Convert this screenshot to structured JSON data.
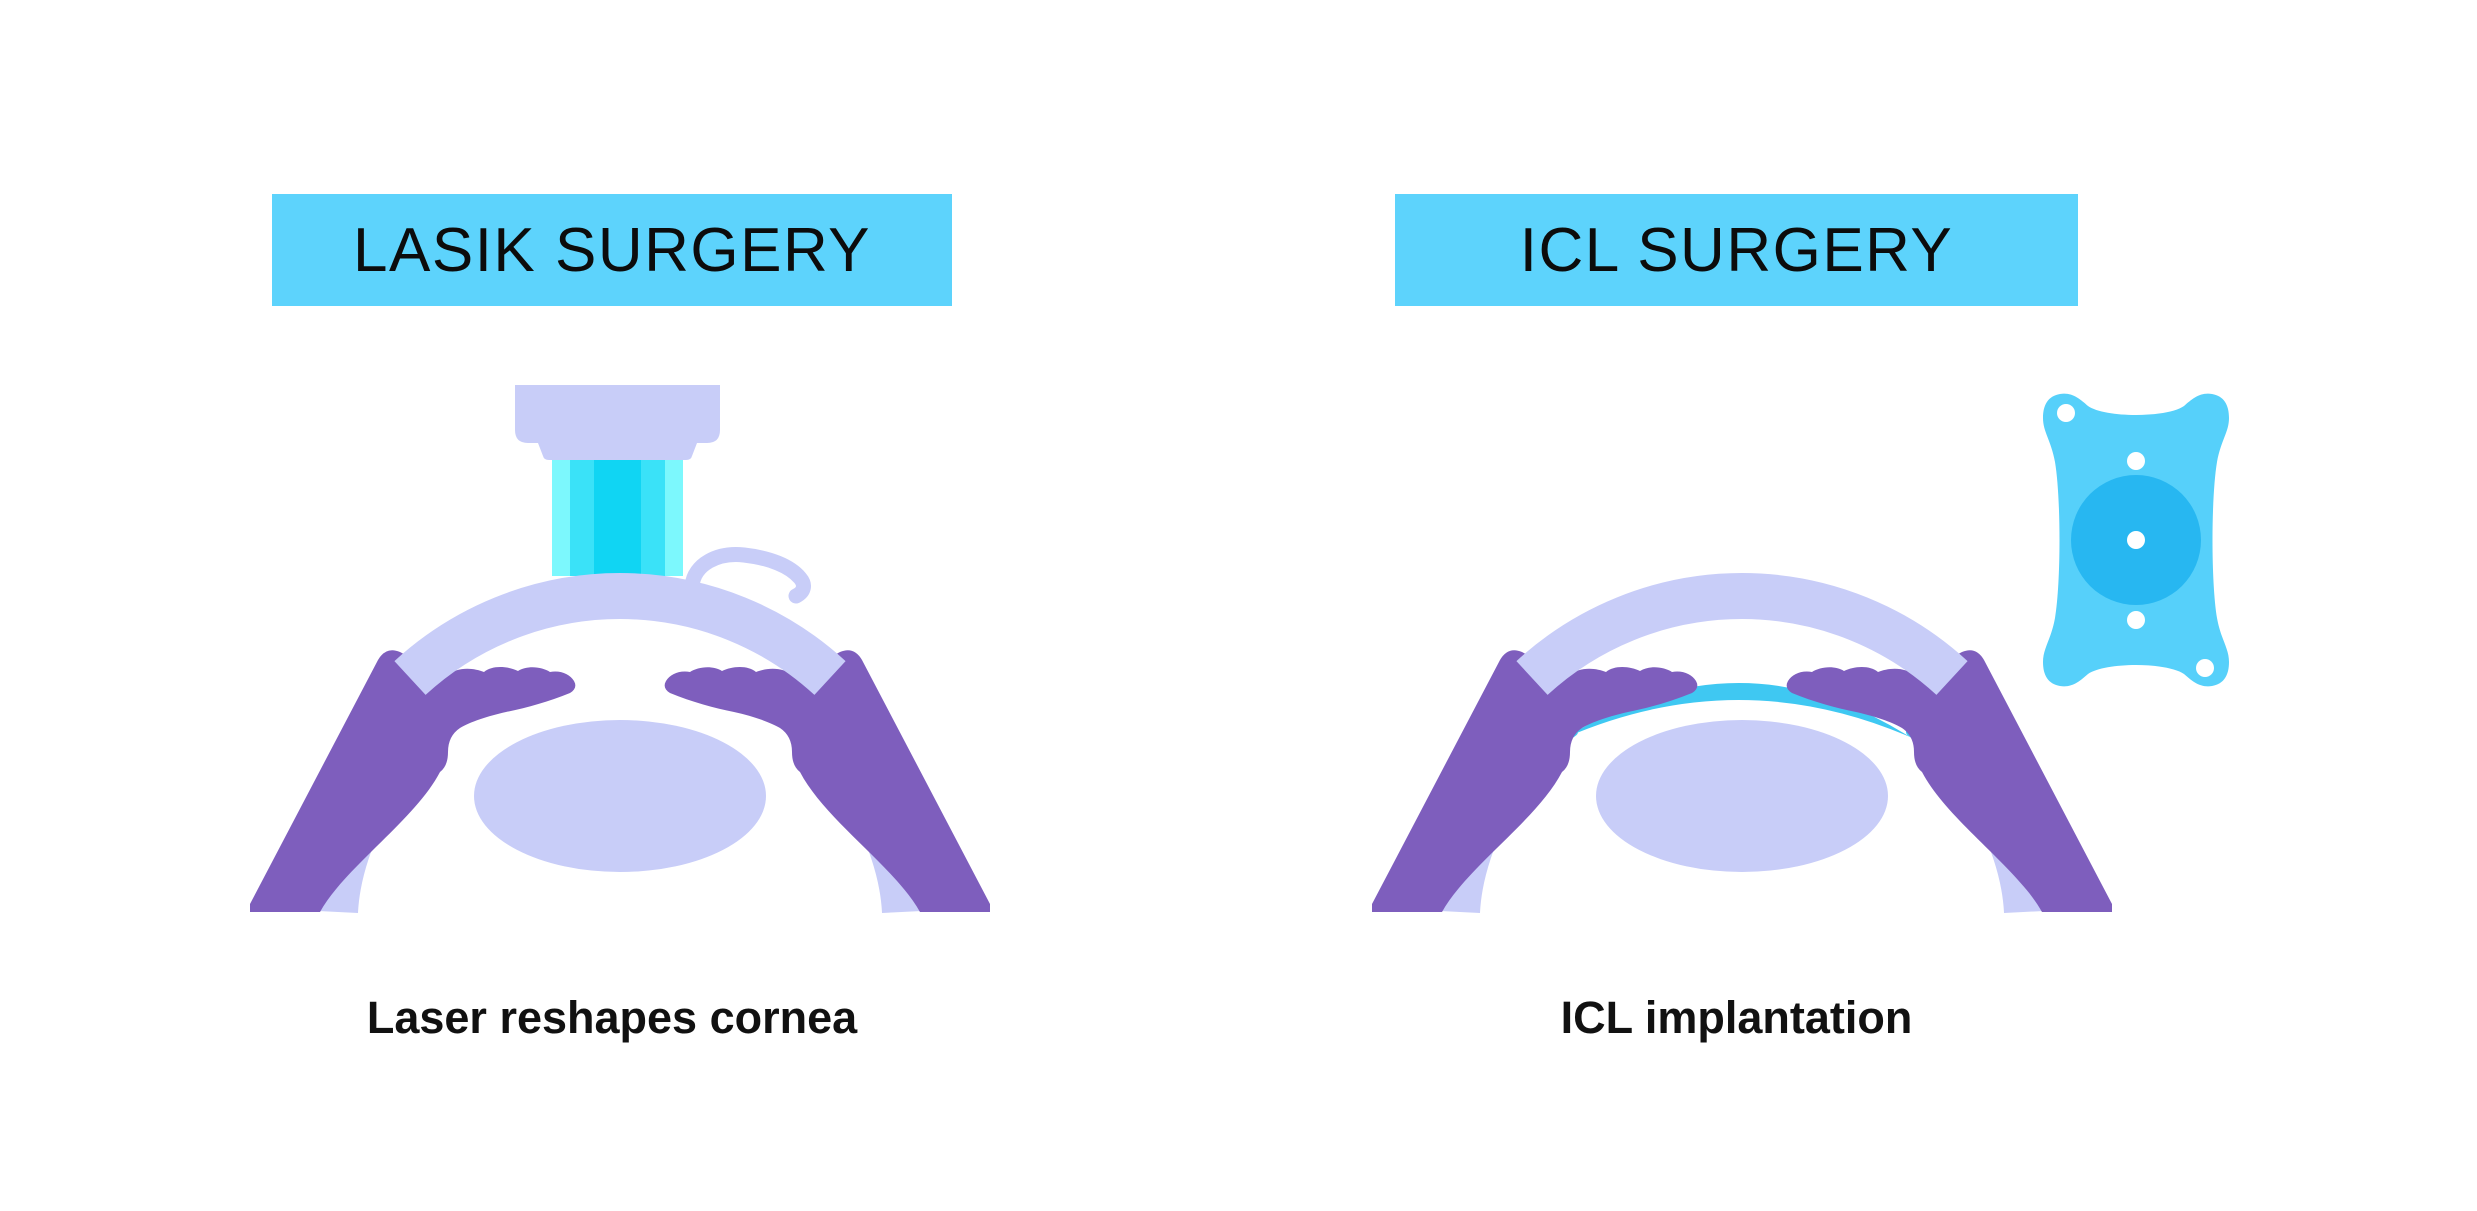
{
  "page": {
    "background": "#ffffff"
  },
  "colors": {
    "banner_bg": "#5dd3fc",
    "title_text": "#0c0c0c",
    "caption_text": "#111111",
    "lavender": "#c8cdf8",
    "purple": "#7e5ebd",
    "beam_light": "#7cf8fd",
    "beam_mid": "#3ae2f8",
    "beam_dark": "#10d5f3",
    "icl_in_eye": "#3fc8f2",
    "implant_body": "#56d0fa",
    "implant_optic": "#27b7f1",
    "implant_hole": "#ffffff"
  },
  "panels": [
    {
      "id": "lasik",
      "title": "LASIK SURGERY",
      "caption": "Laser reshapes cornea"
    },
    {
      "id": "icl",
      "title": "ICL SURGERY",
      "caption": "ICL implantation"
    }
  ],
  "icons": {
    "laser_device": "laser-handpiece-icon",
    "laser_beam": "laser-beam-icon",
    "corneal_flap": "corneal-flap-icon",
    "eye_cross_section": "eye-cross-section-icon",
    "icl_lens_in_eye": "icl-lens-icon",
    "icl_implant": "icl-implant-icon"
  }
}
